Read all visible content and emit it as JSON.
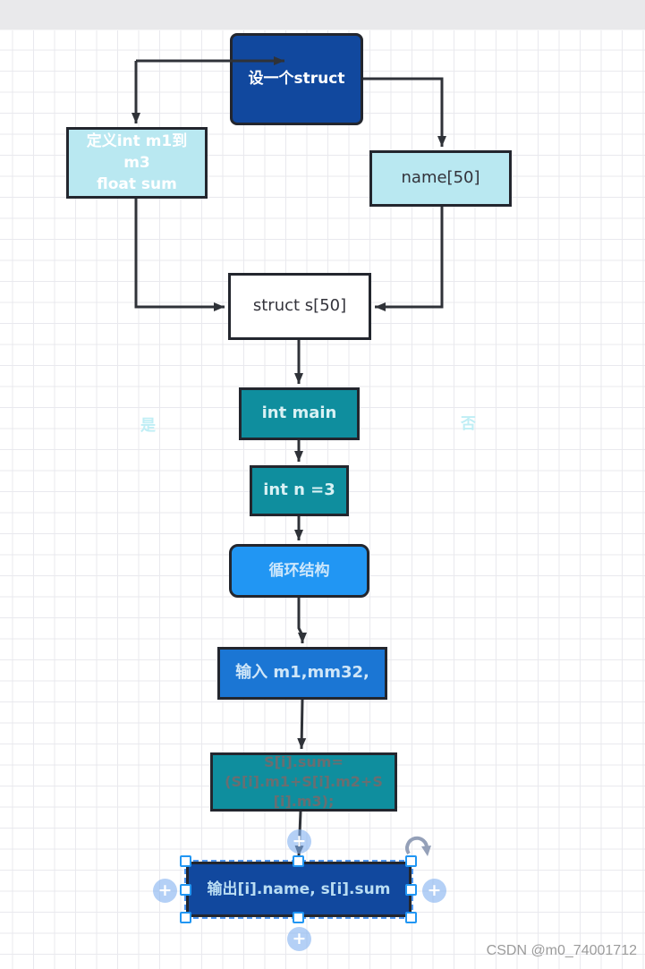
{
  "app": {
    "type": "flowchart-editor-canvas",
    "topbar_color": "#e9e9eb",
    "canvas_bg": "#ffffff",
    "grid_color": "#e9e9ee"
  },
  "diagram": {
    "nodes": {
      "top_struct": {
        "label": "设一个struct",
        "fill": "#11489e",
        "text_color": "#ffffff"
      },
      "define_members": {
        "label": "定义int m1到\nm3\nfloat sum",
        "fill": "#b9e8f1",
        "text_color": "#ffffff"
      },
      "name_array": {
        "label": "name[50]",
        "fill": "#b9e8f1",
        "text_color": "#33333b"
      },
      "struct_s": {
        "label": "struct s[50]",
        "fill": "#ffffff",
        "text_color": "#33333b"
      },
      "int_main": {
        "label": "int main",
        "fill": "#0f8e9e",
        "text_color": "#d9f1f4"
      },
      "int_n": {
        "label": "int n =3",
        "fill": "#0f8e9e",
        "text_color": "#d9f1f4"
      },
      "loop": {
        "label": "循环结构",
        "fill": "#2196f3",
        "text_color": "#cde7fb"
      },
      "input": {
        "label": "输入 m1,mm32,",
        "fill": "#1b76d4",
        "text_color": "#cfe6f8"
      },
      "sum": {
        "label": "S[i].sum=\n(S[i].m1+S[i].m2+S\n[i].m3);",
        "fill": "#0f8e9e",
        "text_color": "#6a6e71"
      },
      "output": {
        "label": "输出[i].name, s[i].sum",
        "fill": "#11489e",
        "text_color": "#b9ddf3",
        "selected": true
      }
    },
    "edge_labels": {
      "yes": "是",
      "no": "否"
    },
    "connector_color": "#2f3238"
  },
  "selection": {
    "plus_glyph": "+",
    "handle_color": "#2196f3",
    "outline_color": "#4e96f0"
  },
  "watermark": {
    "text": "CSDN @m0_74001712",
    "color": "#9b9b9b"
  }
}
